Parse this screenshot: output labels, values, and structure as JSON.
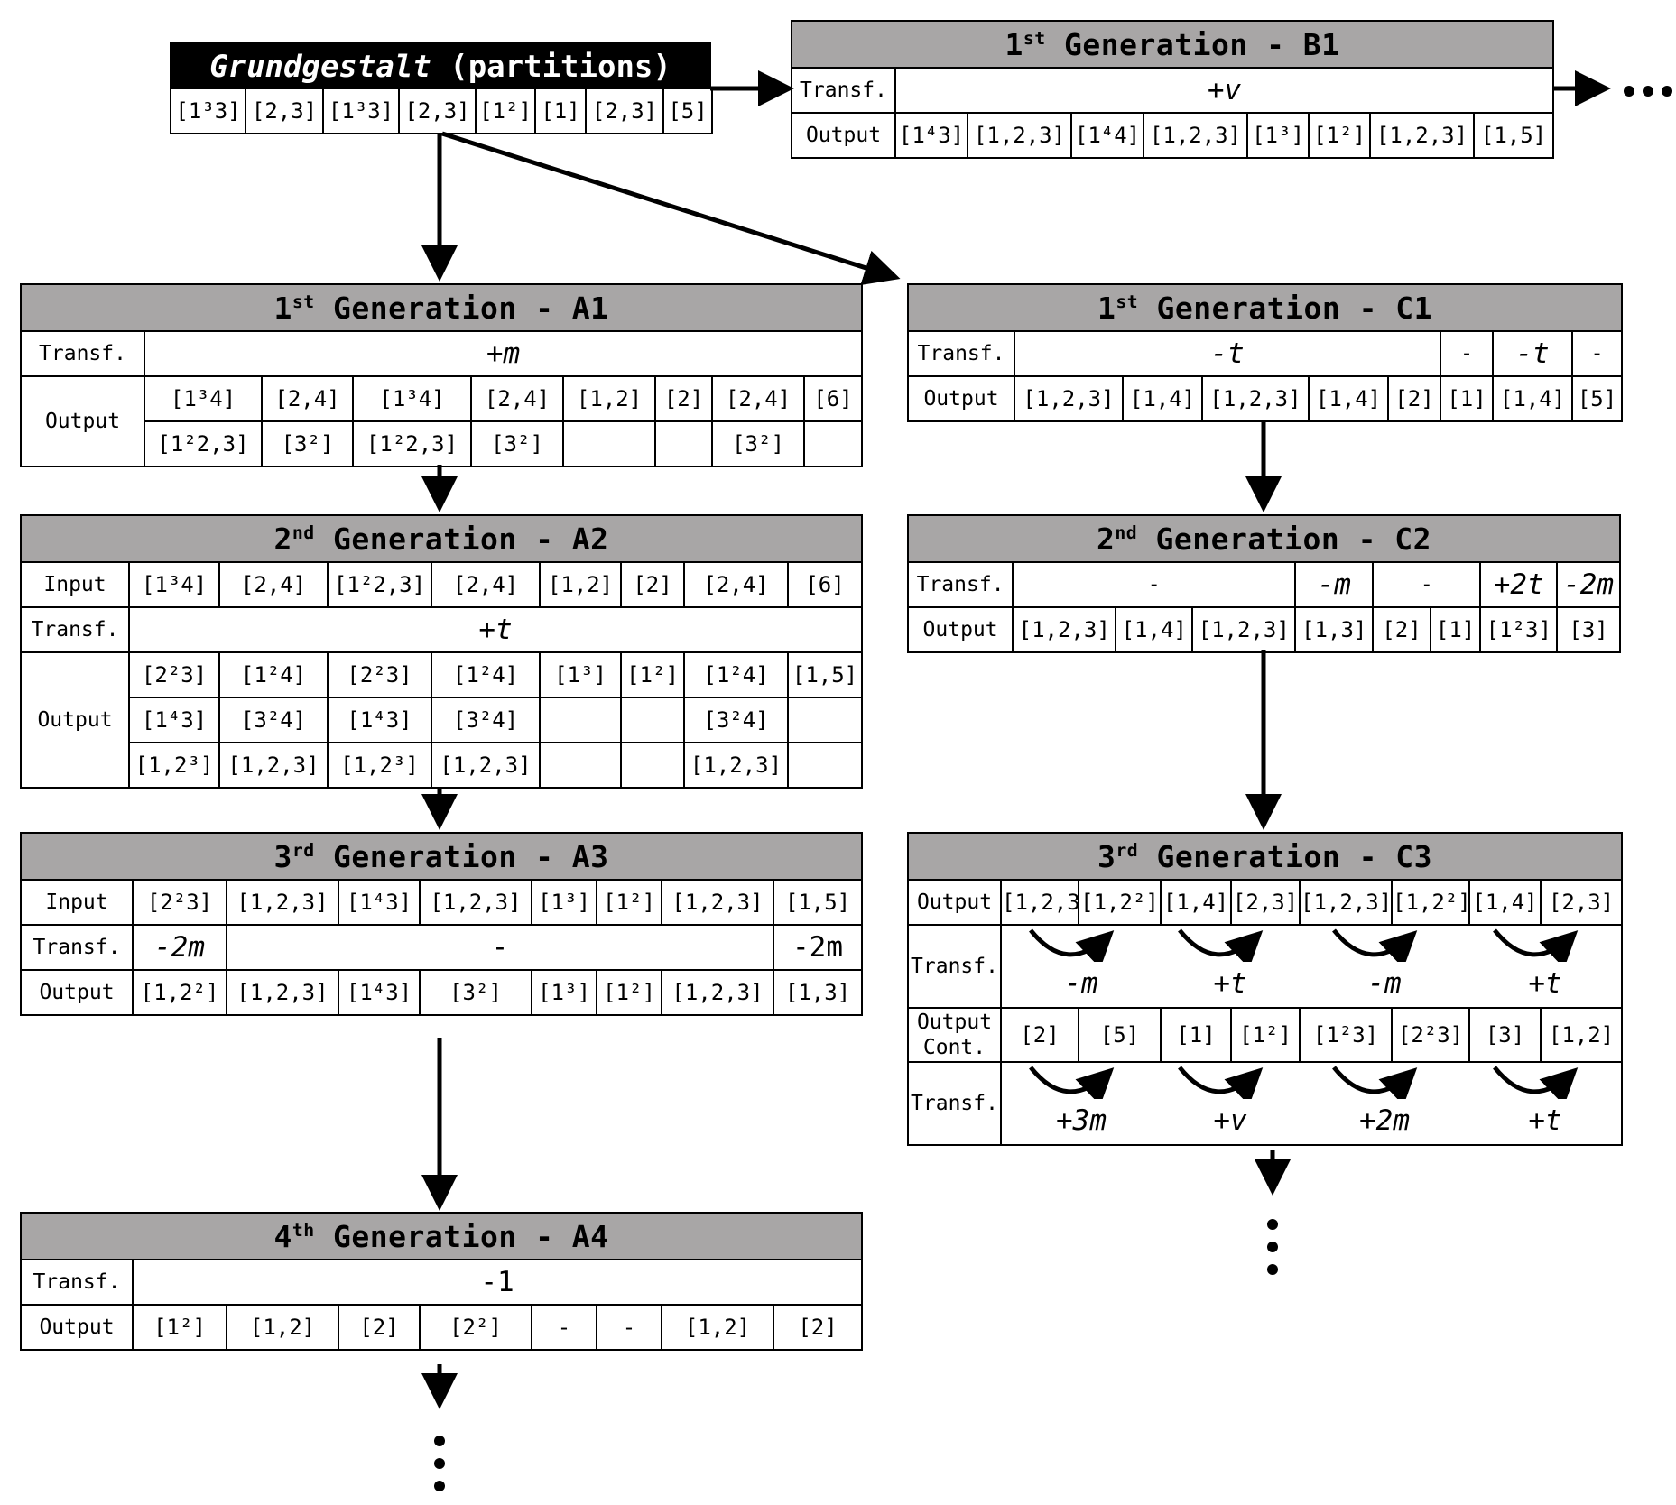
{
  "grundgestalt": {
    "title_italic": "Grundgestalt",
    "title_rest": " (partitions)",
    "cells": [
      "[1³3]",
      "[2,3]",
      "[1³3]",
      "[2,3]",
      "[1²]",
      "[1]",
      "[2,3]",
      "[5]"
    ]
  },
  "b1": {
    "title": "1st Generation - B1",
    "transf_label": "Transf.",
    "transf": "+v",
    "output_label": "Output",
    "output": [
      "[1⁴3]",
      "[1,2,3]",
      "[1⁴4]",
      "[1,2,3]",
      "[1³]",
      "[1²]",
      "[1,2,3]",
      "[1,5]"
    ]
  },
  "a1": {
    "title": "1st Generation - A1",
    "transf_label": "Transf.",
    "transf": "+m",
    "output_label": "Output",
    "output_row1": [
      "[1³4]",
      "[2,4]",
      "[1³4]",
      "[2,4]",
      "[1,2]",
      "[2]",
      "[2,4]",
      "[6]"
    ],
    "output_row2": [
      "[1²2,3]",
      "[3²]",
      "[1²2,3]",
      "[3²]",
      "",
      "",
      "[3²]",
      ""
    ]
  },
  "a2": {
    "title": "2nd Generation - A2",
    "input_label": "Input",
    "input": [
      "[1³4]",
      "[2,4]",
      "[1²2,3]",
      "[2,4]",
      "[1,2]",
      "[2]",
      "[2,4]",
      "[6]"
    ],
    "transf_label": "Transf.",
    "transf": "+t",
    "output_label": "Output",
    "output_row1": [
      "[2²3]",
      "[1²4]",
      "[2²3]",
      "[1²4]",
      "[1³]",
      "[1²]",
      "[1²4]",
      "[1,5]"
    ],
    "output_row2": [
      "[1⁴3]",
      "[3²4]",
      "[1⁴3]",
      "[3²4]",
      "",
      "",
      "[3²4]",
      ""
    ],
    "output_row3": [
      "[1,2³]",
      "[1,2,3]",
      "[1,2³]",
      "[1,2,3]",
      "",
      "",
      "[1,2,3]",
      ""
    ]
  },
  "a3": {
    "title": "3rd Generation - A3",
    "input_label": "Input",
    "input": [
      "[2²3]",
      "[1,2,3]",
      "[1⁴3]",
      "[1,2,3]",
      "[1³]",
      "[1²]",
      "[1,2,3]",
      "[1,5]"
    ],
    "transf_label": "Transf.",
    "transf": [
      "-2m",
      "-",
      "-2m"
    ],
    "output_label": "Output",
    "output": [
      "[1,2²]",
      "[1,2,3]",
      "[1⁴3]",
      "[3²]",
      "[1³]",
      "[1²]",
      "[1,2,3]",
      "[1,3]"
    ]
  },
  "a4": {
    "title": "4th Generation - A4",
    "transf_label": "Transf.",
    "transf": "-1",
    "output_label": "Output",
    "output": [
      "[1²]",
      "[1,2]",
      "[2]",
      "[2²]",
      "-",
      "-",
      "[1,2]",
      "[2]"
    ]
  },
  "c1": {
    "title": "1st Generation - C1",
    "transf_label": "Transf.",
    "transf": [
      "-t",
      "-",
      "-t",
      "-"
    ],
    "output_label": "Output",
    "output": [
      "[1,2,3]",
      "[1,4]",
      "[1,2,3]",
      "[1,4]",
      "[2]",
      "[1]",
      "[1,4]",
      "[5]"
    ]
  },
  "c2": {
    "title": "2nd Generation - C2",
    "transf_label": "Transf.",
    "transf": [
      "-",
      "-m",
      "-",
      "+2t",
      "-2m"
    ],
    "output_label": "Output",
    "output": [
      "[1,2,3]",
      "[1,4]",
      "[1,2,3]",
      "[1,3]",
      "[2]",
      "[1]",
      "[1²3]",
      "[3]"
    ]
  },
  "c3": {
    "title": "3rd Generation - C3",
    "output_label": "Output",
    "output": [
      "[1,2,3]",
      "[1,2²]",
      "[1,4]",
      "[2,3]",
      "[1,2,3]",
      "[1,2²]",
      "[1,4]",
      "[2,3]"
    ],
    "transf_label": "Transf.",
    "transf1": [
      "-m",
      "+t",
      "-m",
      "+t"
    ],
    "cont_label_1": "Output",
    "cont_label_2": "Cont.",
    "output_cont": [
      "[2]",
      "[5]",
      "[1]",
      "[1²]",
      "[1²3]",
      "[2²3]",
      "[3]",
      "[1,2]"
    ],
    "transf2": [
      "+3m",
      "+v",
      "+2m",
      "+t"
    ]
  },
  "continuation": "⋯"
}
